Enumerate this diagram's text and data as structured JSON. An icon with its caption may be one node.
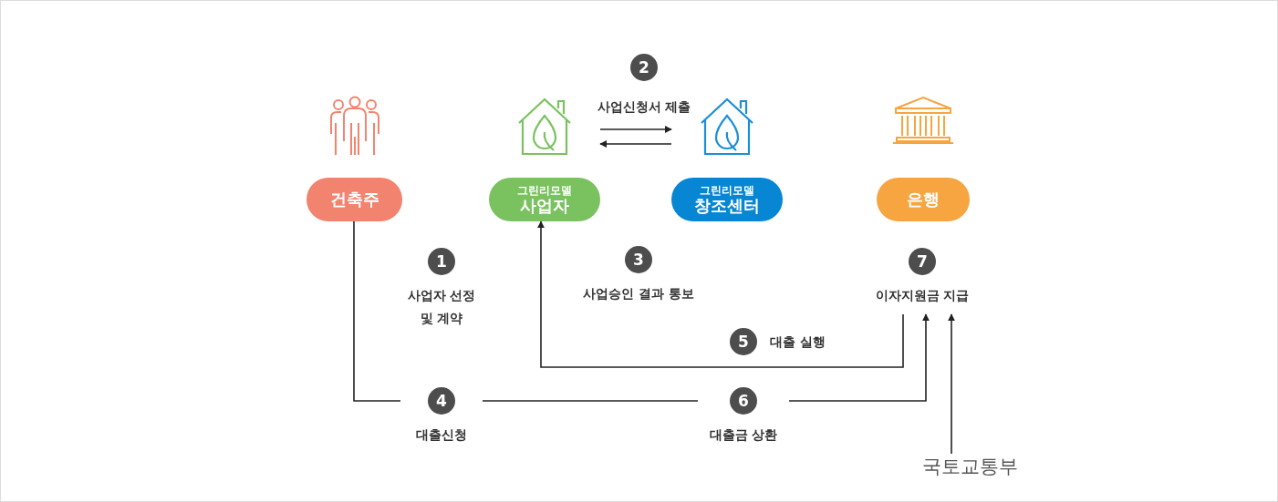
{
  "diagram": {
    "nodes": [
      {
        "text": [
          "건축주"
        ]
      },
      {
        "text": [
          "그린리모델",
          "사업자"
        ]
      },
      {
        "text": [
          "그린리모델",
          "창조센터"
        ]
      },
      {
        "text": [
          "은행"
        ]
      },
      {
        "text": [
          "1"
        ],
        "beside": [
          "사업자 선정 및 계약"
        ]
      },
      {
        "text": [
          "2"
        ]
      },
      {
        "text": [
          "3"
        ],
        "beside": [
          "사업승인 결과 통보"
        ]
      },
      {
        "text": [
          "4"
        ],
        "beside": [
          "대출신청"
        ]
      },
      {
        "text": [
          "5"
        ],
        "beside": [
          "대출 실행"
        ]
      },
      {
        "text": [
          "6"
        ],
        "beside": [
          "대출금 상환"
        ]
      },
      {
        "text": [
          "7"
        ],
        "beside": [
          "이자지원금 지급"
        ]
      },
      {
        "text": [
          "국토교통부"
        ]
      }
    ],
    "edges": [
      {
        "from": 1,
        "to": 2,
        "arrow": "to"
      },
      {
        "from": 2,
        "to": 1,
        "arrow": "to"
      },
      {
        "from": 0,
        "to": 7,
        "arrow": "none"
      },
      {
        "from": 7,
        "to": 9,
        "arrow": "none"
      },
      {
        "from": 9,
        "to": 10,
        "arrow": "to"
      },
      {
        "from": 10,
        "to": 1,
        "arrow": "to"
      },
      {
        "from": 11,
        "to": 10,
        "arrow": "to"
      }
    ],
    "labels": [
      "사업신청서 제출"
    ]
  }
}
